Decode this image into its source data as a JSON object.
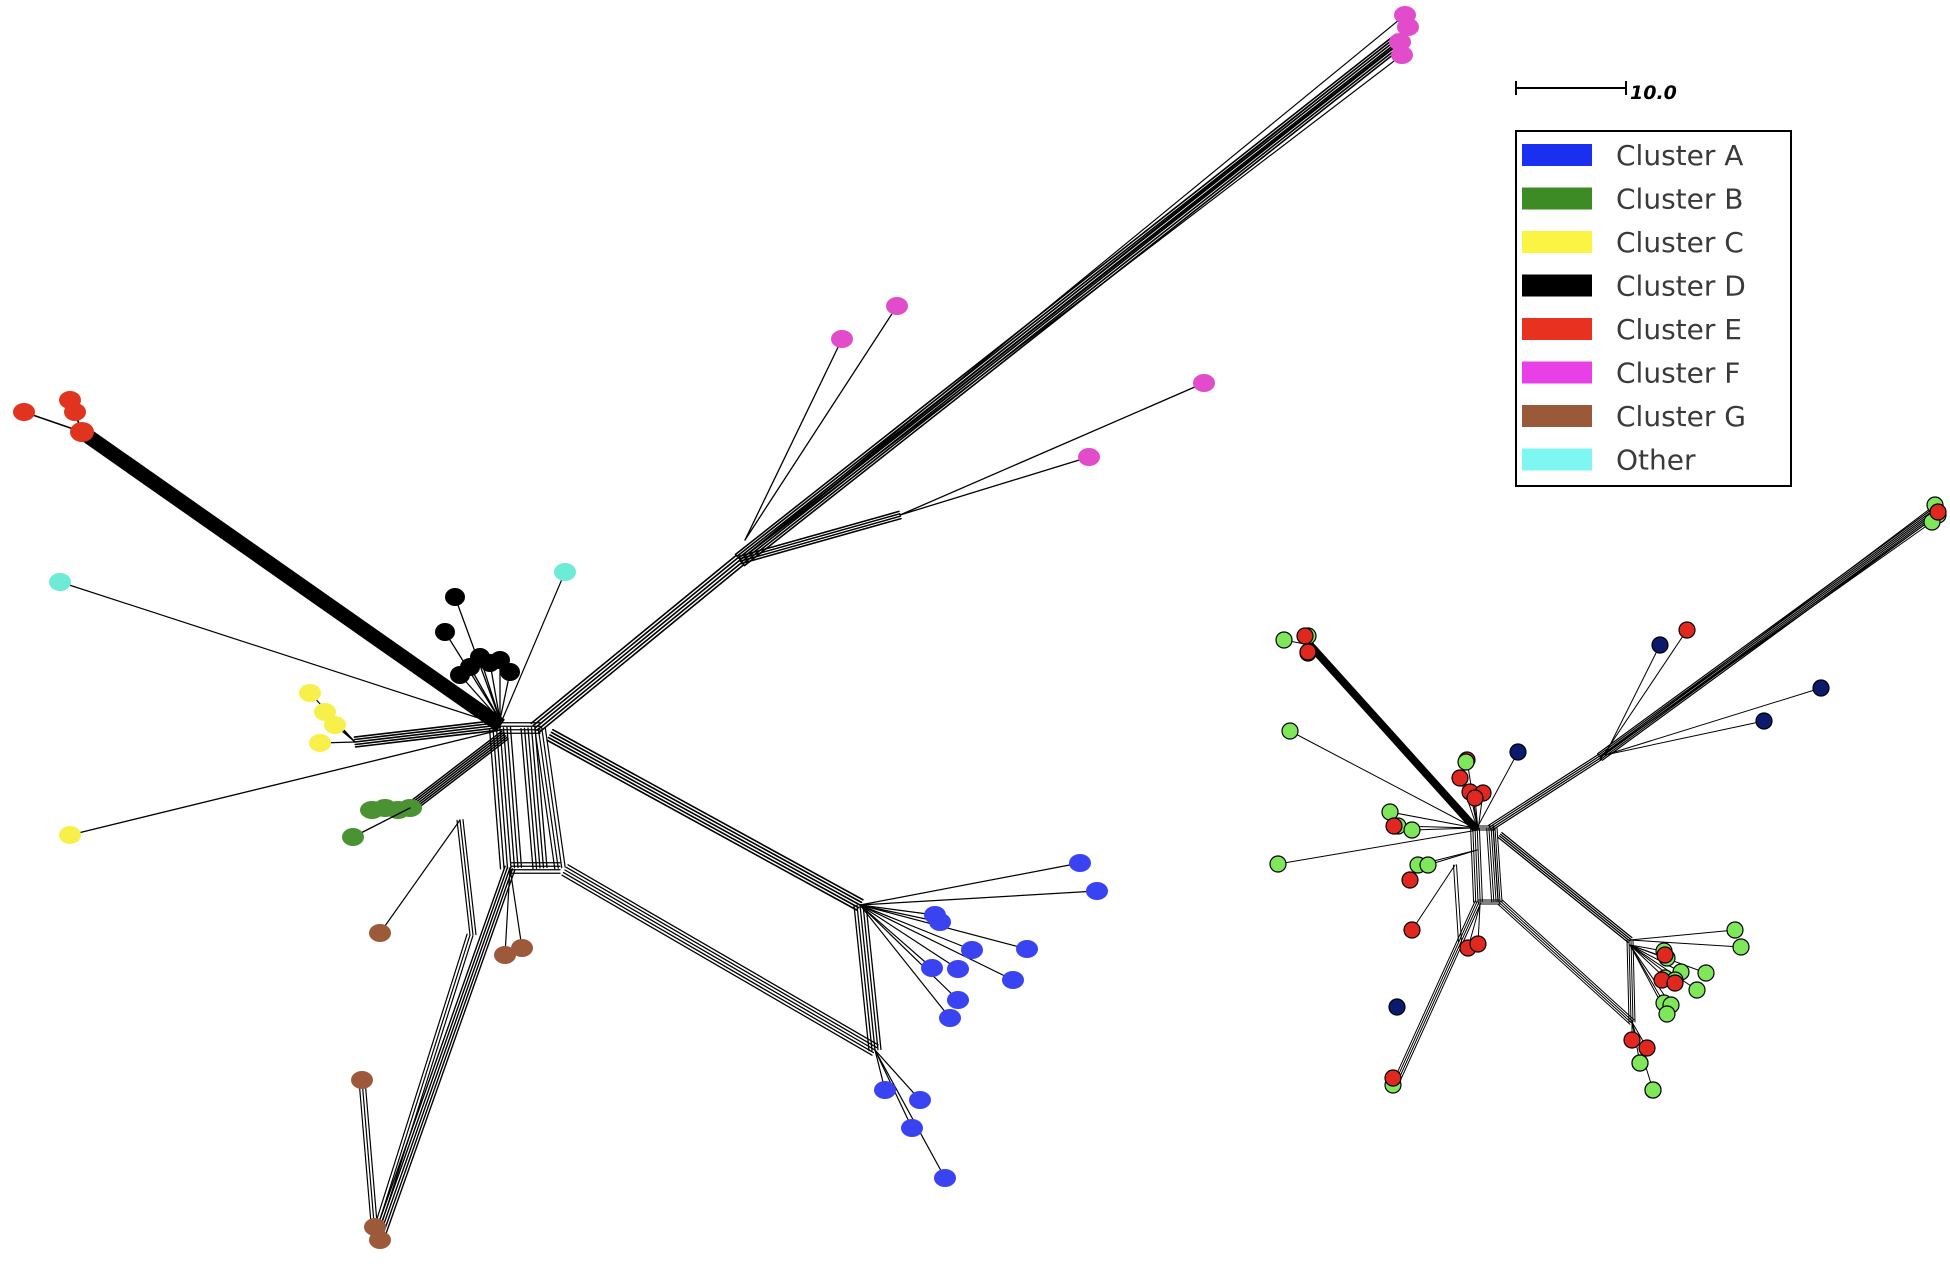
{
  "scale_bar": {
    "label": "10.0"
  },
  "legend": {
    "items": [
      {
        "label": "Cluster A",
        "color": "#1a2ff0"
      },
      {
        "label": "Cluster B",
        "color": "#3c8b24"
      },
      {
        "label": "Cluster C",
        "color": "#faf542"
      },
      {
        "label": "Cluster D",
        "color": "#000000"
      },
      {
        "label": "Cluster E",
        "color": "#e8321f"
      },
      {
        "label": "Cluster F",
        "color": "#e83fe6"
      },
      {
        "label": "Cluster G",
        "color": "#9a5a3a"
      },
      {
        "label": "Other",
        "color": "#7ef7f2"
      }
    ]
  },
  "node_colors": {
    "main": {
      "A": "#3a43f2",
      "B": "#4a9232",
      "C": "#f7f04a",
      "D": "#000000",
      "E": "#e0341f",
      "F": "#e24ccb",
      "G": "#9c5a3a",
      "Other": "#6eebd6"
    },
    "inset": {
      "green": "#7ee85a",
      "red": "#e0281f",
      "navy": "#0c1a6e"
    }
  }
}
